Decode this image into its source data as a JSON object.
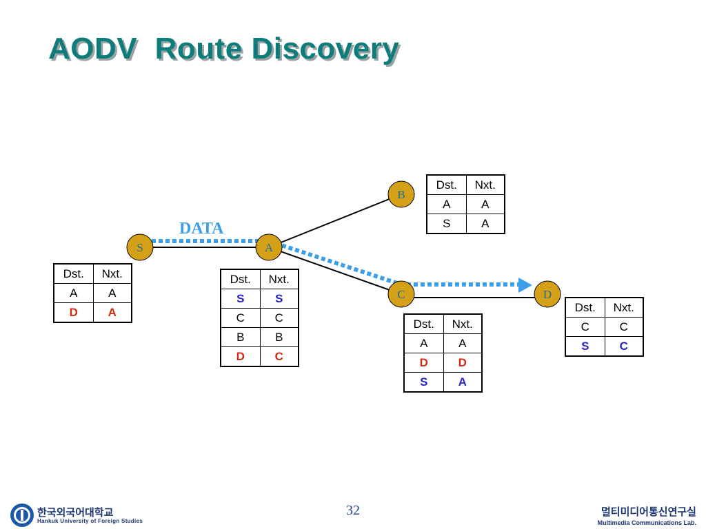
{
  "slide": {
    "title": "AODV  Route Discovery",
    "page_number": "32"
  },
  "colors": {
    "title": "#0e7c7b",
    "node_fill": "#d4a017",
    "node_label": "#1f6f8b",
    "data_path": "#3a9ee8",
    "entry_red": "#d02a10",
    "entry_blue": "#2a24c8"
  },
  "diagram": {
    "data_label": "DATA",
    "nodes": [
      {
        "id": "S",
        "label": "S"
      },
      {
        "id": "A",
        "label": "A"
      },
      {
        "id": "B",
        "label": "B"
      },
      {
        "id": "C",
        "label": "C"
      },
      {
        "id": "D",
        "label": "D"
      }
    ],
    "links": [
      [
        "S",
        "A"
      ],
      [
        "A",
        "B"
      ],
      [
        "A",
        "C"
      ],
      [
        "C",
        "D"
      ]
    ],
    "data_path": [
      "S",
      "A",
      "C",
      "D"
    ]
  },
  "tables": {
    "S": {
      "headers": [
        "Dst.",
        "Nxt."
      ],
      "rows": [
        {
          "dst": "A",
          "nxt": "A",
          "highlight": "none"
        },
        {
          "dst": "D",
          "nxt": "A",
          "highlight": "red"
        }
      ]
    },
    "A": {
      "headers": [
        "Dst.",
        "Nxt."
      ],
      "rows": [
        {
          "dst": "S",
          "nxt": "S",
          "highlight": "blue"
        },
        {
          "dst": "C",
          "nxt": "C",
          "highlight": "none"
        },
        {
          "dst": "B",
          "nxt": "B",
          "highlight": "none"
        },
        {
          "dst": "D",
          "nxt": "C",
          "highlight": "red"
        }
      ]
    },
    "B": {
      "headers": [
        "Dst.",
        "Nxt."
      ],
      "rows": [
        {
          "dst": "A",
          "nxt": "A",
          "highlight": "none"
        },
        {
          "dst": "S",
          "nxt": "A",
          "highlight": "none"
        }
      ]
    },
    "C": {
      "headers": [
        "Dst.",
        "Nxt."
      ],
      "rows": [
        {
          "dst": "A",
          "nxt": "A",
          "highlight": "none"
        },
        {
          "dst": "D",
          "nxt": "D",
          "highlight": "red"
        },
        {
          "dst": "S",
          "nxt": "A",
          "highlight": "blue"
        }
      ]
    },
    "D": {
      "headers": [
        "Dst.",
        "Nxt."
      ],
      "rows": [
        {
          "dst": "C",
          "nxt": "C",
          "highlight": "none"
        },
        {
          "dst": "S",
          "nxt": "C",
          "highlight": "blue"
        }
      ]
    }
  },
  "footer": {
    "university_korean": "한국외국어대학교",
    "university_english": "Hankuk University of Foreign Studies",
    "university_logo_icon": "university-emblem-icon",
    "lab_korean": "멀티미디어통신연구실",
    "lab_english": "Multimedia Communications Lab."
  }
}
